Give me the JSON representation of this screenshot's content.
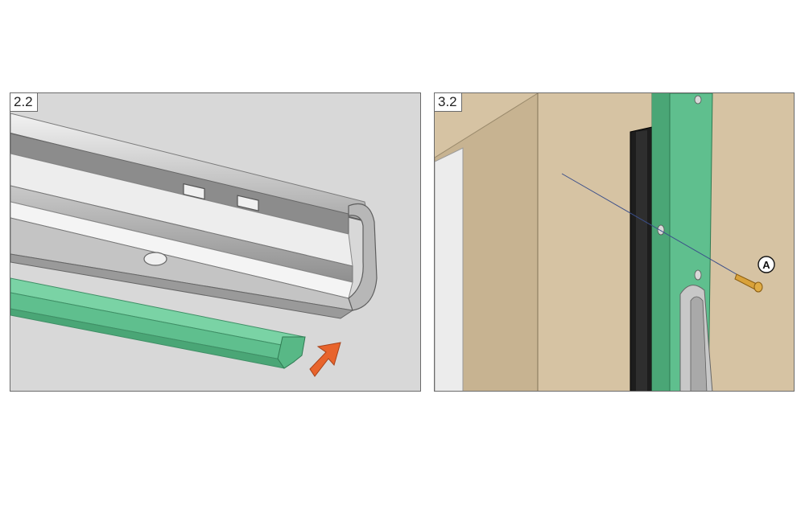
{
  "steps": [
    {
      "label": "2.2"
    },
    {
      "label": "3.2",
      "callout": "A"
    }
  ],
  "colors": {
    "green_profile": "#5fbf8e",
    "arrow": "#e8642c",
    "wall": "#d6c3a3",
    "background_gray": "#d8d8d8"
  }
}
